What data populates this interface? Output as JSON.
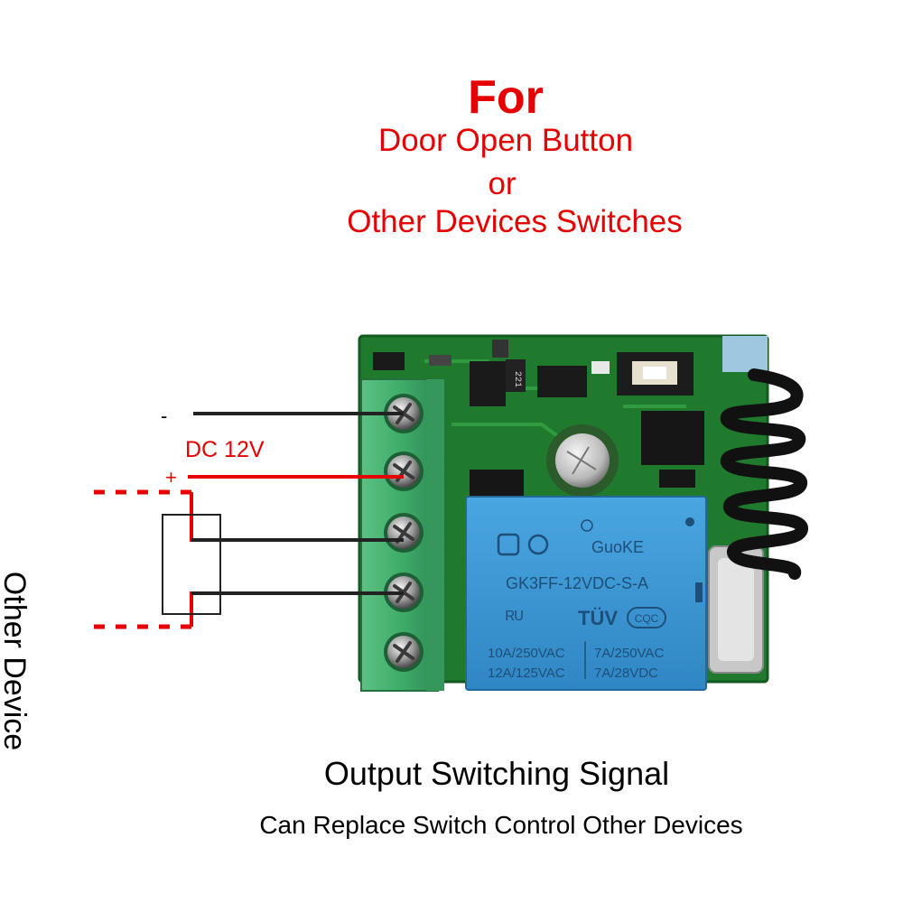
{
  "heading": {
    "for": "For",
    "line1": "Door Open Button",
    "line2": "or",
    "line3": "Other Devices Switches"
  },
  "labels": {
    "minus": "-",
    "plus": "+",
    "dc": "DC 12V",
    "other_device": "Other Device"
  },
  "footer": {
    "title": "Output Switching Signal",
    "subtitle": "Can Replace Switch Control Other Devices"
  },
  "relay": {
    "brand": "GuoKE",
    "model": "GK3FF-12VDC-S-A",
    "rating_left_1": "10A/250VAC",
    "rating_left_2": "12A/125VAC",
    "rating_right_1": "7A/250VAC",
    "rating_right_2": "7A/28VDC",
    "cert": "TÜV",
    "cqc": "CQC"
  },
  "board": {
    "resistor_code": "221"
  },
  "colors": {
    "title_red": "#e60000",
    "pcb_green": "#1f7a2e",
    "terminal_green": "#3fae6a",
    "relay_blue": "#3a96d4",
    "wire_red": "#e60000",
    "wire_black": "#222222"
  }
}
